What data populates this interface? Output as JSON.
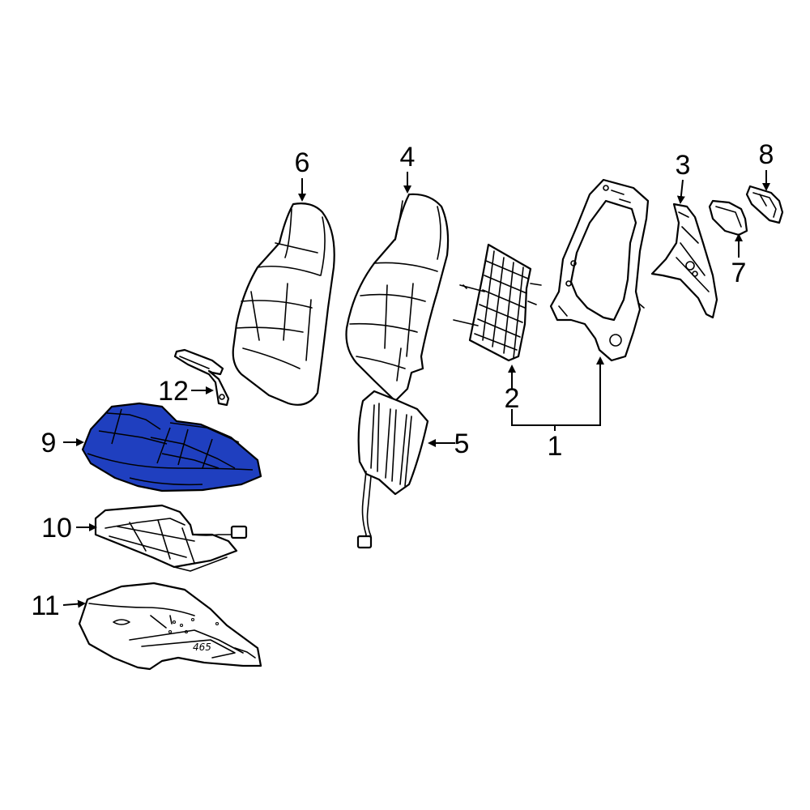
{
  "diagram": {
    "highlight_color": "#1f3fbf",
    "line_color": "#000000",
    "background": "#ffffff",
    "callouts": [
      {
        "id": "1",
        "label": "1"
      },
      {
        "id": "2",
        "label": "2"
      },
      {
        "id": "3",
        "label": "3"
      },
      {
        "id": "4",
        "label": "4"
      },
      {
        "id": "5",
        "label": "5"
      },
      {
        "id": "6",
        "label": "6"
      },
      {
        "id": "7",
        "label": "7"
      },
      {
        "id": "8",
        "label": "8"
      },
      {
        "id": "9",
        "label": "9"
      },
      {
        "id": "10",
        "label": "10"
      },
      {
        "id": "11",
        "label": "11"
      },
      {
        "id": "12",
        "label": "12"
      }
    ],
    "highlighted_part": "9",
    "cushion_stamp": "465"
  }
}
